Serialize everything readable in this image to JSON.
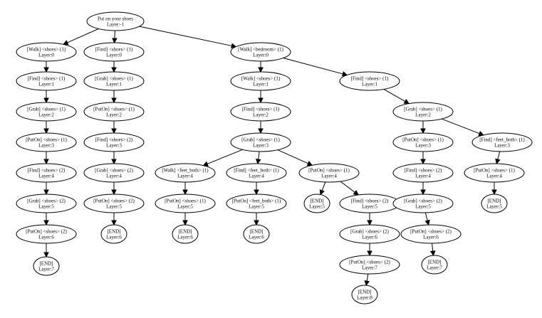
{
  "diagram": {
    "type": "tree",
    "colors": {
      "stroke": "#000000",
      "fill": "#ffffff",
      "text": "#000000"
    },
    "nodes": [
      {
        "id": "root",
        "action": "Put on your shoes",
        "layer": "Layer:-1"
      },
      {
        "id": "a0",
        "action": "[Walk] <shoes> (1)",
        "layer": "Layer:0"
      },
      {
        "id": "a1",
        "action": "[Find] <shoes> (1)",
        "layer": "Layer:1"
      },
      {
        "id": "a2",
        "action": "[Grab] <shoes> (1)",
        "layer": "Layer:2"
      },
      {
        "id": "a3",
        "action": "[PutOn] <shoes> (1)",
        "layer": "Layer:3"
      },
      {
        "id": "a4",
        "action": "[Find] <shoes> (2)",
        "layer": "Layer:4"
      },
      {
        "id": "a5",
        "action": "[Grab] <shoes> (2)",
        "layer": "Layer:5"
      },
      {
        "id": "a6",
        "action": "[PutOn] <shoes> (2)",
        "layer": "Layer:6"
      },
      {
        "id": "a7",
        "action": "[END]",
        "layer": "Layer:7"
      },
      {
        "id": "b0",
        "action": "[Find] <shoes> (1)",
        "layer": "Layer:0"
      },
      {
        "id": "b1",
        "action": "[Grab] <shoes> (1)",
        "layer": "Layer:1"
      },
      {
        "id": "b2",
        "action": "[PutOn] <shoes> (1)",
        "layer": "Layer:2"
      },
      {
        "id": "b3",
        "action": "[Find] <shoes> (2)",
        "layer": "Layer:3"
      },
      {
        "id": "b4",
        "action": "[Grab] <shoes> (2)",
        "layer": "Layer:4"
      },
      {
        "id": "b5",
        "action": "[PutOn] <shoes> (2)",
        "layer": "Layer:5"
      },
      {
        "id": "b6",
        "action": "[END]",
        "layer": "Layer:6"
      },
      {
        "id": "c0",
        "action": "[Walk] <bedroom> (1)",
        "layer": "Layer:0"
      },
      {
        "id": "c1",
        "action": "[Walk] <shoes> (1)",
        "layer": "Layer:1"
      },
      {
        "id": "c2",
        "action": "[Find] <shoes> (1)",
        "layer": "Layer:2"
      },
      {
        "id": "c3",
        "action": "[Grab] <shoes> (1)",
        "layer": "Layer:3"
      },
      {
        "id": "c4a",
        "action": "[Walk] <feet_both> (1)",
        "layer": "Layer:4"
      },
      {
        "id": "c5a",
        "action": "[PutOn] <shoes> (1)",
        "layer": "Layer:5"
      },
      {
        "id": "c6a",
        "action": "[END]",
        "layer": "Layer:6"
      },
      {
        "id": "c4b",
        "action": "[Find] <feet_both> (1)",
        "layer": "Layer:4"
      },
      {
        "id": "c5b",
        "action": "[PutOn] <feet_both> (1)",
        "layer": "Layer:5"
      },
      {
        "id": "c6b",
        "action": "[END]",
        "layer": "Layer:6"
      },
      {
        "id": "c4c",
        "action": "[PutOn] <shoes> (1)",
        "layer": "Layer:4"
      },
      {
        "id": "c5c",
        "action": "[END]",
        "layer": "Layer:5"
      },
      {
        "id": "c5d",
        "action": "[Find] <shoes> (2)",
        "layer": "Layer:5"
      },
      {
        "id": "c6d",
        "action": "[Grab] <shoes> (2)",
        "layer": "Layer:6"
      },
      {
        "id": "c7d",
        "action": "[PutOn] <shoes> (2)",
        "layer": "Layer:7"
      },
      {
        "id": "c8d",
        "action": "[END]",
        "layer": "Layer:8"
      },
      {
        "id": "d1",
        "action": "[Find] <shoes> (1)",
        "layer": "Layer:1"
      },
      {
        "id": "d2",
        "action": "[Grab] <shoes> (1)",
        "layer": "Layer:2"
      },
      {
        "id": "d3a",
        "action": "[PutOn] <shoes> (1)",
        "layer": "Layer:3"
      },
      {
        "id": "d4a",
        "action": "[Find] <shoes> (2)",
        "layer": "Layer:4"
      },
      {
        "id": "d5a",
        "action": "[Grab] <shoes> (2)",
        "layer": "Layer:5"
      },
      {
        "id": "d6a",
        "action": "[PutOn] <shoes> (2)",
        "layer": "Layer:6"
      },
      {
        "id": "d7a",
        "action": "[END]",
        "layer": "Layer:7"
      },
      {
        "id": "d3b",
        "action": "[Find] <feet_both> (1)",
        "layer": "Layer:3"
      },
      {
        "id": "d4b",
        "action": "[PutOn] <shoes> (1)",
        "layer": "Layer:4"
      },
      {
        "id": "d5b",
        "action": "[END]",
        "layer": "Layer:5"
      }
    ],
    "edges": [
      [
        "root",
        "a0"
      ],
      [
        "root",
        "b0"
      ],
      [
        "root",
        "c0"
      ],
      [
        "a0",
        "a1"
      ],
      [
        "a1",
        "a2"
      ],
      [
        "a2",
        "a3"
      ],
      [
        "a3",
        "a4"
      ],
      [
        "a4",
        "a5"
      ],
      [
        "a5",
        "a6"
      ],
      [
        "a6",
        "a7"
      ],
      [
        "b0",
        "b1"
      ],
      [
        "b1",
        "b2"
      ],
      [
        "b2",
        "b3"
      ],
      [
        "b3",
        "b4"
      ],
      [
        "b4",
        "b5"
      ],
      [
        "b5",
        "b6"
      ],
      [
        "c0",
        "c1"
      ],
      [
        "c1",
        "c2"
      ],
      [
        "c2",
        "c3"
      ],
      [
        "c3",
        "c4a"
      ],
      [
        "c4a",
        "c5a"
      ],
      [
        "c5a",
        "c6a"
      ],
      [
        "c3",
        "c4b"
      ],
      [
        "c4b",
        "c5b"
      ],
      [
        "c5b",
        "c6b"
      ],
      [
        "c3",
        "c4c"
      ],
      [
        "c4c",
        "c5c"
      ],
      [
        "c4c",
        "c5d"
      ],
      [
        "c5d",
        "c6d"
      ],
      [
        "c6d",
        "c7d"
      ],
      [
        "c7d",
        "c8d"
      ],
      [
        "c0",
        "d1"
      ],
      [
        "d1",
        "d2"
      ],
      [
        "d2",
        "d3a"
      ],
      [
        "d3a",
        "d4a"
      ],
      [
        "d4a",
        "d5a"
      ],
      [
        "d5a",
        "d6a"
      ],
      [
        "d6a",
        "d7a"
      ],
      [
        "d2",
        "d3b"
      ],
      [
        "d3b",
        "d4b"
      ],
      [
        "d4b",
        "d5b"
      ]
    ]
  }
}
